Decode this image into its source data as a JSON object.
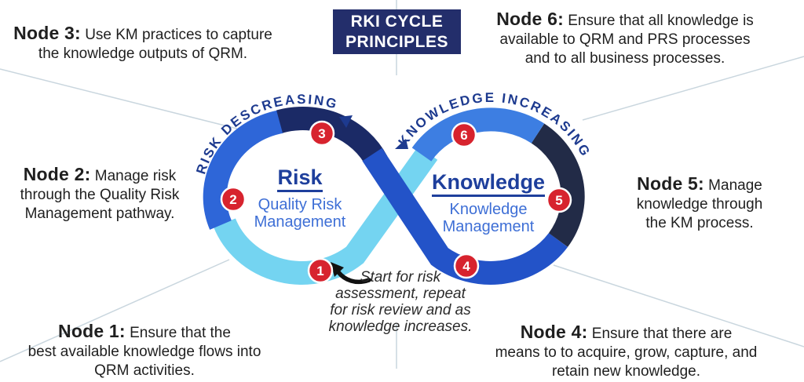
{
  "title": "RKI CYCLE\nPRINCIPLES",
  "curved_labels": {
    "left": "RISK DESCREASING",
    "right": "KNOWLEDGE INCREASING"
  },
  "loops": {
    "left": {
      "title": "Risk",
      "subtitle": "Quality Risk\nManagement"
    },
    "right": {
      "title": "Knowledge",
      "subtitle": "Knowledge\nManagement"
    }
  },
  "annotation": "Start for risk\nassessment, repeat\nfor risk review and as\nknowledge increases.",
  "nodes": [
    {
      "number": "1",
      "label": "Node 1:",
      "text": "Ensure that the\nbest available knowledge flows into\nQRM activities."
    },
    {
      "number": "2",
      "label": "Node 2:",
      "text": "Manage risk\nthrough the Quality Risk\nManagement pathway."
    },
    {
      "number": "3",
      "label": "Node 3:",
      "text": "Use KM practices to capture\nthe knowledge outputs of QRM."
    },
    {
      "number": "4",
      "label": "Node 4:",
      "text": "Ensure that there are\nmeans to to acquire, grow, capture, and\nretain new knowledge."
    },
    {
      "number": "5",
      "label": "Node 5:",
      "text": "Manage\nknowledge through\nthe KM process."
    },
    {
      "number": "6",
      "label": "Node 6:",
      "text": "Ensure that all knowledge is\navailable to QRM and PRS processes\nand to all business processes."
    }
  ],
  "icons": {
    "risk_direction_arrow": "▲",
    "knowledge_direction_arrow": "◀",
    "start_arrow": "curved-black-arrow"
  },
  "colors": {
    "title_box": "#232e6b",
    "navy_arc": "#1b2a66",
    "royal_left_arc": "#2e66d8",
    "crossing_arc": "#2353c8",
    "dark_right_arc": "#222b47",
    "bright_top_arc": "#3d7ee2",
    "cyan_band": "#74d4f1",
    "badge_red": "#d7232e",
    "curved_label_blue": "#1d3a8f",
    "loop_title_blue": "#1e3f9c",
    "loop_subtitle_blue": "#3e6fd6",
    "divider_gray": "#c9d6de"
  }
}
